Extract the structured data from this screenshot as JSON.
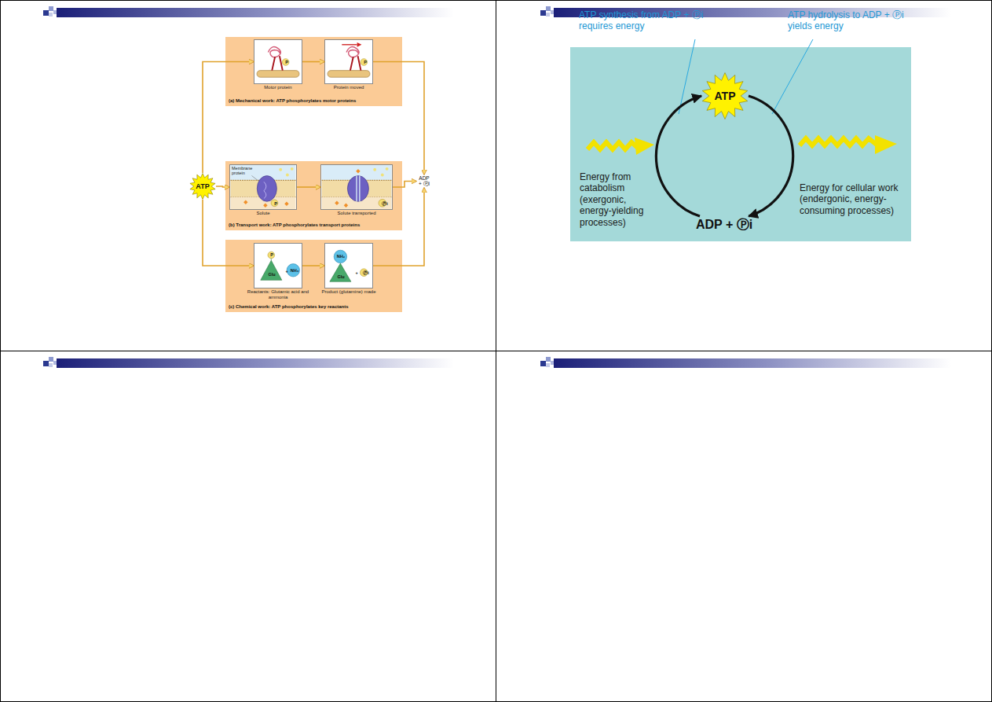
{
  "diagram": {
    "nodes": [
      {
        "text": [
          "(a) Mechanical work: ATP phosphorylates motor proteins"
        ]
      },
      {
        "text": [
          "Motor protein"
        ],
        "in": 0
      },
      {
        "text": [
          "Protein moved"
        ],
        "in": 0
      },
      {
        "text": [
          "ATP"
        ]
      },
      {
        "text": [
          "(b) Transport work: ATP phosphorylates transport proteins"
        ]
      },
      {
        "text": [
          "Solute"
        ],
        "in": 4
      },
      {
        "text": [
          "Solute transported"
        ],
        "in": 4
      },
      {
        "text": [
          "ADP + Ⓟi"
        ]
      },
      {
        "text": [
          "(c) Chemical work: ATP phosphorylates key reactants"
        ]
      },
      {
        "text": [
          "Reactants: Glutamic acid and ammonia"
        ],
        "in": 8
      },
      {
        "text": [
          "Product (glutamine) made"
        ],
        "in": 8
      },
      {
        "text": [
          "Energy from catabolism (exergonic, energy-yielding processes)",
          "Energy for cellular work (endergonic, energy-consuming processes)"
        ]
      },
      {
        "text": [
          "ATP"
        ],
        "in": 11
      },
      {
        "text": [
          "ADP + Ⓟi"
        ],
        "in": 11
      }
    ],
    "edges": [
      {
        "from": 3,
        "to": 1,
        "arrow": "to"
      },
      {
        "from": 1,
        "to": 2,
        "arrow": "to"
      },
      {
        "from": 2,
        "to": 7,
        "arrow": "to"
      },
      {
        "from": 3,
        "to": 5,
        "arrow": "to"
      },
      {
        "from": 5,
        "to": 6,
        "arrow": "to"
      },
      {
        "from": 6,
        "to": 7,
        "arrow": "to"
      },
      {
        "from": 3,
        "to": 9,
        "arrow": "to"
      },
      {
        "from": 9,
        "to": 10,
        "arrow": "to"
      },
      {
        "from": 10,
        "to": 7,
        "arrow": "to"
      },
      {
        "from": 13,
        "to": 12,
        "arrow": "to"
      },
      {
        "from": 12,
        "to": 13,
        "arrow": "to"
      }
    ],
    "labels": [
      "Membrane protein",
      "P",
      "P",
      "P",
      "Ⓟi",
      "P",
      "Glu",
      "+",
      "NH₃",
      "NH₂",
      "Glu",
      "+",
      "Ⓟi",
      "ATP synthesis from ADP + Ⓟi requires energy",
      "ATP hydrolysis to ADP + Ⓟi yields energy"
    ]
  }
}
